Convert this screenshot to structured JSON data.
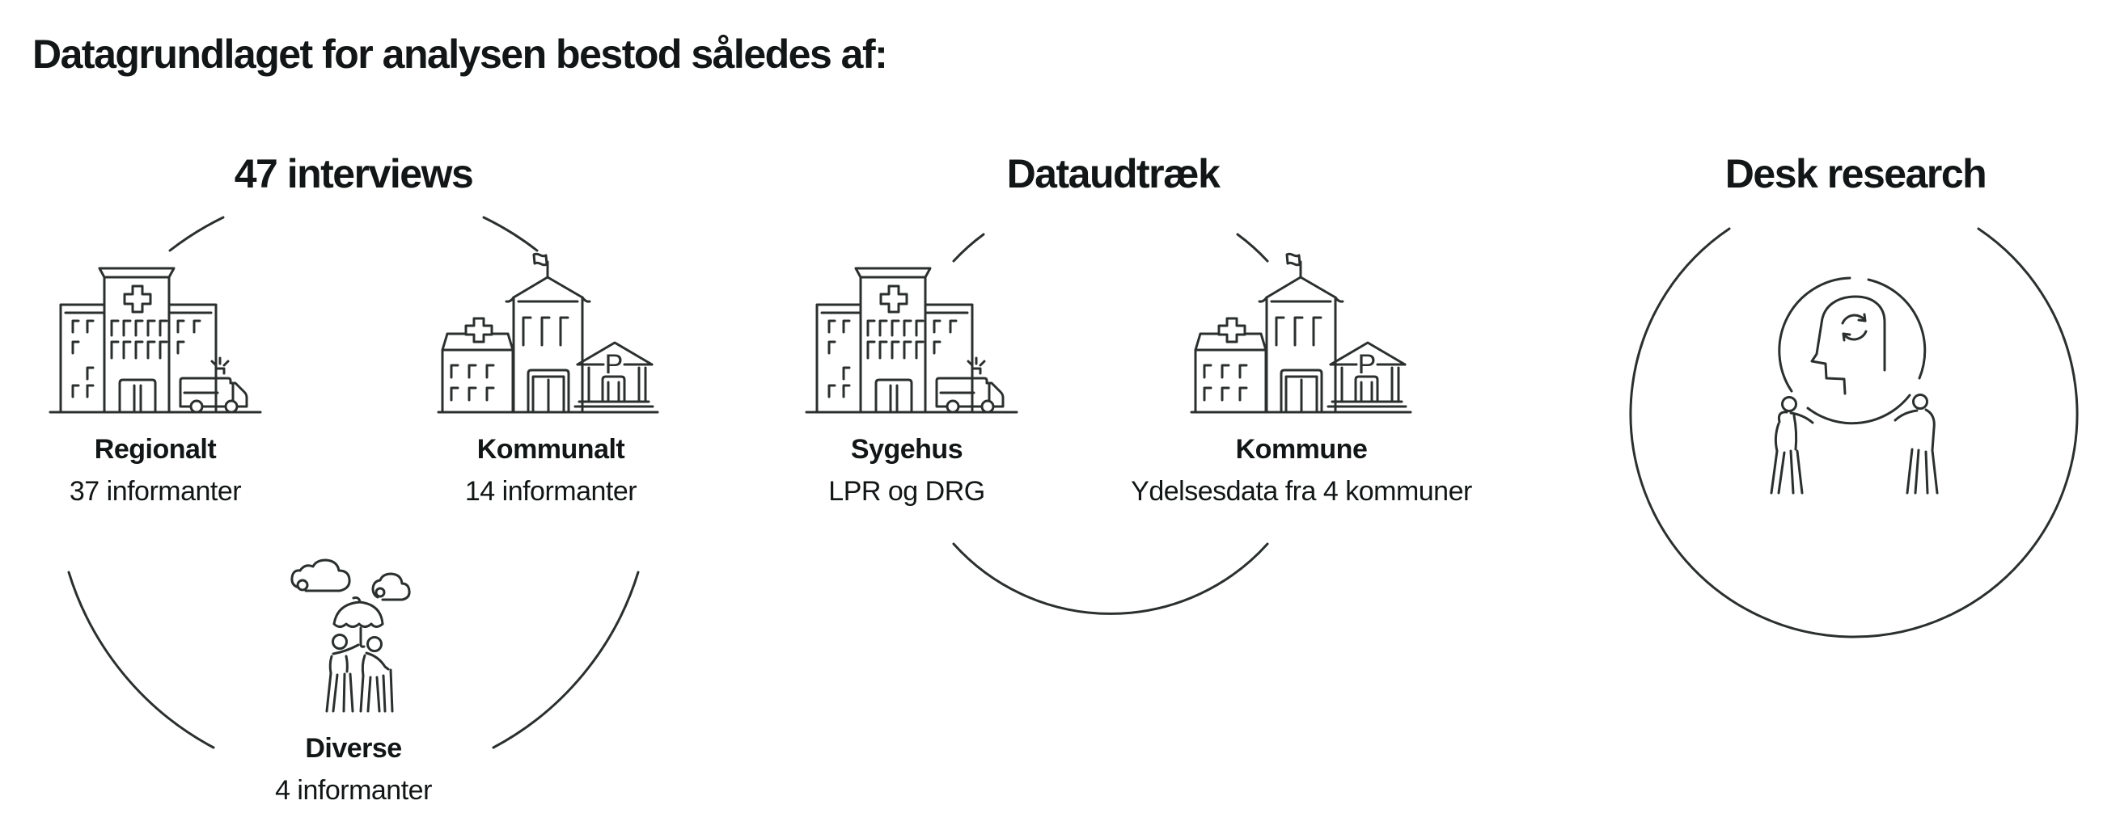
{
  "page": {
    "title": "Datagrundlaget for analysen bestod således af:"
  },
  "colors": {
    "background": "#ffffff",
    "text": "#121616",
    "line": "#2b302f"
  },
  "sections": [
    {
      "heading": "47 interviews",
      "items": [
        {
          "icon": "hospital-with-ambulance-icon",
          "label": "Regionalt",
          "sublabel": "37 informanter"
        },
        {
          "icon": "municipal-buildings-icon",
          "label": "Kommunalt",
          "sublabel": "14 informanter"
        },
        {
          "icon": "people-under-umbrella-icon",
          "label": "Diverse",
          "sublabel": "4 informanter"
        }
      ]
    },
    {
      "heading": "Dataudtræk",
      "items": [
        {
          "icon": "hospital-with-ambulance-icon",
          "label": "Sygehus",
          "sublabel": "LPR og DRG"
        },
        {
          "icon": "municipal-buildings-icon",
          "label": "Kommune",
          "sublabel": "Ydelsesdata fra 4 kommuner"
        }
      ]
    },
    {
      "heading": "Desk research",
      "items": [
        {
          "icon": "thinking-head-supported-by-people-icon"
        }
      ]
    }
  ],
  "icons": {
    "municipality_p_label": "P"
  }
}
